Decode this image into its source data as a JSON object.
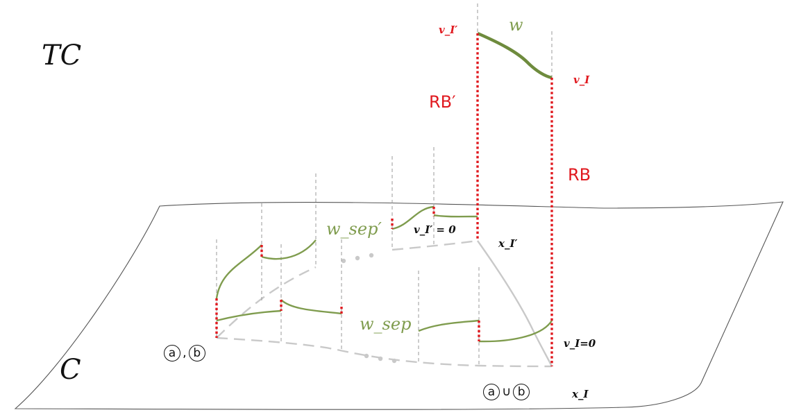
{
  "labels": {
    "tc": "TC",
    "c": "C",
    "rb_prime": "RB′",
    "rb": "RB",
    "w": "w",
    "w_sep_prime": "w_sep′",
    "w_sep": "w_sep",
    "v_i_prime": "v_I′",
    "v_i": "v_I",
    "v_i_prime_zero": "v_I′ = 0",
    "v_i_zero": "v_I=0",
    "x_i_prime": "x_I′",
    "x_i": "x_I",
    "circle_a": "a",
    "circle_b": "b",
    "comma": ",",
    "union": "∪"
  },
  "colors": {
    "red": "#e0191f",
    "green": "#7f9c4e",
    "gray_dash": "#c9c9c9",
    "black": "#111111"
  }
}
